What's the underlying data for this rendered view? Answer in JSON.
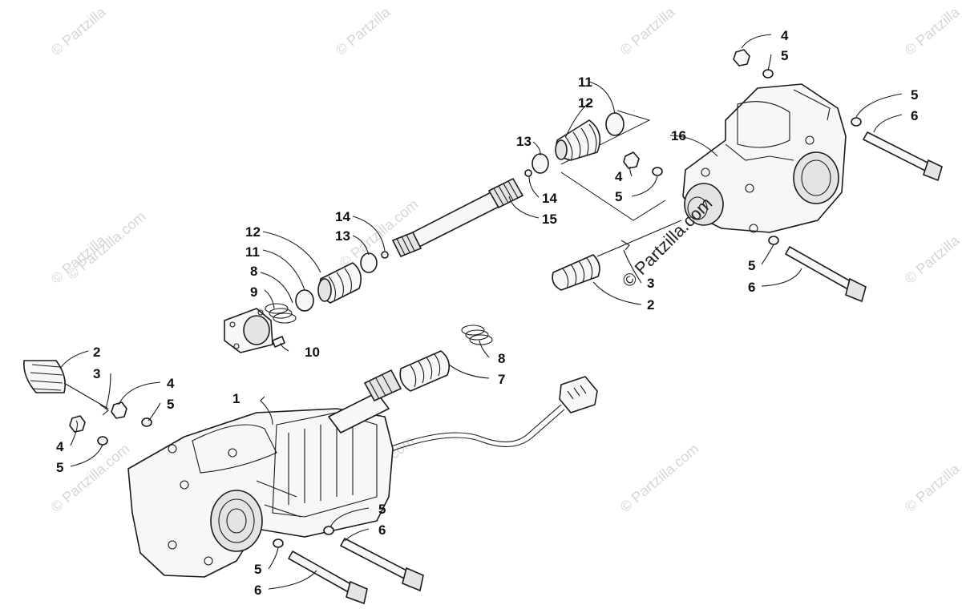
{
  "watermark": {
    "text": "© Partzilla",
    "text_full": "© Partzilla.com",
    "center_text": "© Partzilla.com"
  },
  "callouts": {
    "c1": "1",
    "c2a": "2",
    "c2b": "2",
    "c3a": "3",
    "c3b": "3",
    "c4a": "4",
    "c4b": "4",
    "c4c": "4",
    "c4d": "4",
    "c5a": "5",
    "c5b": "5",
    "c5c": "5",
    "c5d": "5",
    "c5e": "5",
    "c5f": "5",
    "c5g": "5",
    "c5h": "5",
    "c6a": "6",
    "c6b": "6",
    "c6c": "6",
    "c6d": "6",
    "c7": "7",
    "c8a": "8",
    "c8b": "8",
    "c9": "9",
    "c10": "10",
    "c11a": "11",
    "c11b": "11",
    "c12a": "12",
    "c12b": "12",
    "c13a": "13",
    "c13b": "13",
    "c14a": "14",
    "c14b": "14",
    "c15": "15",
    "c16": "16"
  }
}
